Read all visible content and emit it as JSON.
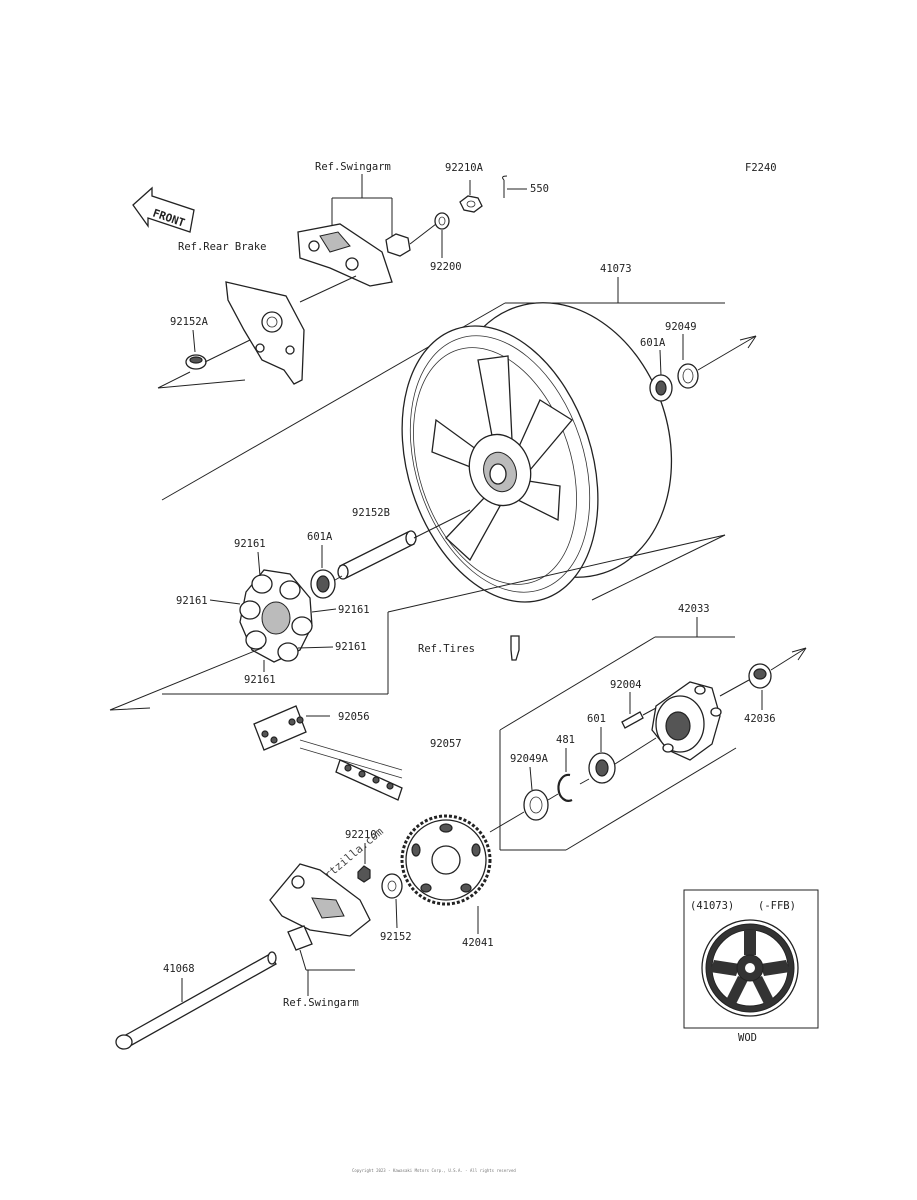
{
  "page_code": "F2240",
  "front_arrow": "FRONT",
  "refs": {
    "swingarm_top": "Ref.Swingarm",
    "rear_brake": "Ref.Rear Brake",
    "tires": "Ref.Tires",
    "swingarm_bottom": "Ref.Swingarm"
  },
  "parts": {
    "p92210A": "92210A",
    "p550": "550",
    "p92200": "92200",
    "p41073": "41073",
    "p92152A": "92152A",
    "p92049": "92049",
    "p601A_right": "601A",
    "p92152B": "92152B",
    "p92161_top": "92161",
    "p601A_left": "601A",
    "p92161_left": "92161",
    "p92161_right": "92161",
    "p92161_right2": "92161",
    "p92161_bottom": "92161",
    "p42033": "42033",
    "p92004": "92004",
    "p601": "601",
    "p42036": "42036",
    "p92056": "92056",
    "p92057": "92057",
    "p92049A": "92049A",
    "p481": "481",
    "p92210": "92210",
    "p92152": "92152",
    "p42041": "42041",
    "p41068": "41068"
  },
  "inset": {
    "part": "(41073)",
    "variant": "(-FFB)",
    "color": "WOD"
  },
  "watermark": "Partzilla.com",
  "copyright": "Copyright 2023 - Kawasaki Motors Corp., U.S.A. - All rights reserved"
}
